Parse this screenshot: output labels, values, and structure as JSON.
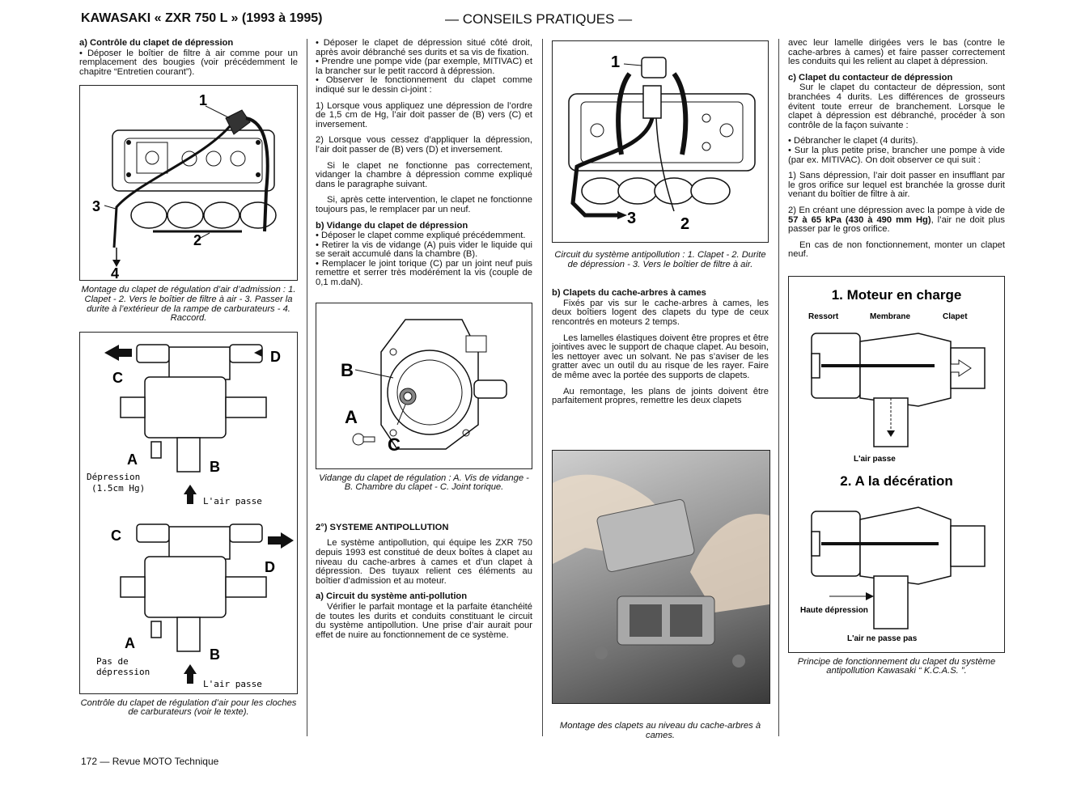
{
  "header": {
    "left": "KAWASAKI « ZXR 750 L » (1993 à 1995)",
    "center": "— CONSEILS PRATIQUES —"
  },
  "footer": "172 — Revue MOTO Technique",
  "col1": {
    "h_a": "a) Contrôle du clapet de dépression",
    "p1": "• Déposer le boîtier de filtre à air comme pour un remplacement des bougies (voir précédemment le chapitre “Entretien courant”).",
    "fig1_caption": "Montage du clapet de régulation d’air d’admission : 1. Clapet - 2. Vers le boîtier de filtre à air - 3. Passer la durite à l’extérieur de la rampe de carburateurs - 4. Raccord.",
    "fig1_labels": [
      "1",
      "2",
      "3",
      "4"
    ],
    "fig2_labels": [
      "C",
      "D",
      "A",
      "B",
      "Dépression",
      "(1.5cm Hg)",
      "L'air passe",
      "C",
      "D",
      "A",
      "B",
      "Pas de",
      "dépression",
      "L'air passe"
    ],
    "fig2_caption": "Contrôle du clapet de régulation d’air pour les cloches de carburateurs (voir le texte)."
  },
  "col2": {
    "p1": "• Déposer le clapet de dépression situé côté droit, après avoir débranché ses durits et sa vis de fixation.",
    "p2": "• Prendre une pompe vide (par exemple, MITIVAC) et la brancher sur le petit raccord à dépression.",
    "p3": "• Observer le fonctionnement du clapet comme indiqué sur le dessin ci-joint :",
    "p4": "1) Lorsque vous appliquez une dépression de l’ordre de 1,5 cm de Hg, l’air doit passer de (B) vers (C) et inversement.",
    "p5": "2) Lorsque vous cessez d’appliquer la dépression, l’air doit passer de (B) vers (D) et inversement.",
    "p6": "Si le clapet ne fonctionne pas correctement, vidanger la chambre à dépression comme expliqué dans le paragraphe suivant.",
    "p7": "Si, après cette intervention, le clapet ne fonctionne toujours pas, le remplacer par un neuf.",
    "h_b": "b) Vidange du clapet de dépression",
    "p8": "• Déposer le clapet comme expliqué précédemment.",
    "p9": "• Retirer la vis de vidange (A) puis vider le liquide qui se serait accumulé dans la chambre (B).",
    "p10": "• Remplacer le joint torique (C) par un joint neuf puis remettre et serrer très modérément la vis (couple de 0,1 m.daN).",
    "fig_labels": [
      "B",
      "A",
      "C"
    ],
    "fig_caption": "Vidange du clapet de régulation : A. Vis de vidange - B. Chambre du clapet - C. Joint torique.",
    "h_2": "2°) SYSTEME ANTIPOLLUTION",
    "p11": "Le système antipollution, qui équipe les ZXR 750 depuis 1993 est constitué de deux boîtes à clapet au niveau du cache-arbres à cames et d’un clapet à dépression. Des tuyaux relient ces éléments au boîtier d’admission et au moteur.",
    "h_a": "a) Circuit du système anti-pollution",
    "p12": "Vérifier le parfait montage et la parfaite étanchéité de toutes les durits et conduits constituant le circuit du système antipollution. Une prise d’air aurait pour effet de nuire au fonctionnement de ce système."
  },
  "col3": {
    "fig_labels": [
      "1",
      "3",
      "2"
    ],
    "fig_caption": "Circuit du système antipollution : 1. Clapet - 2. Durite de dépression - 3. Vers le boîtier de filtre à air.",
    "h_b": "b) Clapets du cache-arbres à cames",
    "p1": "Fixés par vis sur le cache-arbres à cames, les deux boîtiers logent des clapets du type de ceux rencontrés en moteurs 2 temps.",
    "p2": "Les lamelles élastiques doivent être propres et être jointives avec le support de chaque clapet. Au besoin, les nettoyer avec un solvant. Ne pas s’aviser de les gratter avec un outil du au risque de les rayer. Faire de même avec la portée des supports de clapets.",
    "p3": "Au remontage, les plans de joints doivent être parfaitement propres, remettre les deux clapets",
    "photo_caption": "Montage des clapets au niveau du cache-arbres à cames."
  },
  "col4": {
    "p1": "avec leur lamelle dirigées vers le bas (contre le cache-arbres à cames) et faire passer correctement les conduits qui les relient au clapet à dépression.",
    "h_c": "c) Clapet du contacteur de dépression",
    "p2": "Sur le clapet du contacteur de dépression, sont branchées 4 durits. Les différences de grosseurs évitent toute erreur de branchement. Lorsque le clapet à dépression est débranché, procéder à son contrôle de la façon suivante :",
    "p3": "• Débrancher le clapet (4 durits).",
    "p4": "• Sur la plus petite prise, brancher une pompe à vide (par ex. MITIVAC). On doit observer ce qui suit :",
    "p5": "1) Sans dépression, l’air doit passer en insufflant par le gros orifice sur lequel est branchée la grosse durit venant du boîtier de filtre à air.",
    "p6_pre": "2) En créant une dépression avec la pompe à vide de ",
    "p6_bold": "57 à 65 kPa (430 à 490 mm Hg)",
    "p6_post": ", l’air ne doit plus passer par le gros orifice.",
    "p7": "En cas de non fonctionnement, monter un clapet neuf.",
    "fig_title1": "1. Moteur en charge",
    "fig_ressort": "Ressort",
    "fig_membrane": "Membrane",
    "fig_clapet": "Clapet",
    "fig_airpasse": "L'air passe",
    "fig_title2": "2. A la décération",
    "fig_haute": "Haute dépression",
    "fig_airnepasse": "L'air ne passe pas",
    "fig_caption": "Principe de fonctionnement du clapet du système antipollution Kawasaki “ K.C.A.S. ”."
  }
}
